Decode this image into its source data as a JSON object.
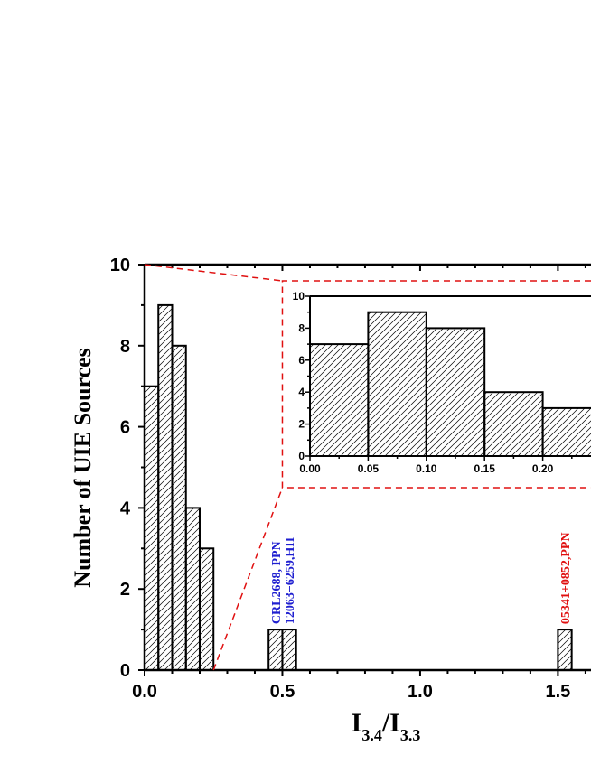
{
  "chart_data": [
    {
      "type": "bar",
      "title": "",
      "xlabel": "I3.4/I3.3",
      "xlabel_parts": {
        "main": "I",
        "sub1": "3.4",
        "slash": "/",
        "main2": "I",
        "sub2": "3.3"
      },
      "ylabel": "Number of UIE Sources",
      "xlim": [
        0.0,
        1.62
      ],
      "ylim": [
        0,
        10
      ],
      "x_ticks": [
        "0.0",
        "0.5",
        "1.0",
        "1.5"
      ],
      "y_ticks": [
        "0",
        "2",
        "4",
        "6",
        "8",
        "10"
      ],
      "bin_width": 0.05,
      "bins": [
        {
          "x0": 0.0,
          "x1": 0.05,
          "value": 7
        },
        {
          "x0": 0.05,
          "x1": 0.1,
          "value": 9
        },
        {
          "x0": 0.1,
          "x1": 0.15,
          "value": 8
        },
        {
          "x0": 0.15,
          "x1": 0.2,
          "value": 4
        },
        {
          "x0": 0.2,
          "x1": 0.25,
          "value": 3
        },
        {
          "x0": 0.45,
          "x1": 0.5,
          "value": 1
        },
        {
          "x0": 0.5,
          "x1": 0.55,
          "value": 1
        },
        {
          "x0": 1.5,
          "x1": 1.55,
          "value": 1
        }
      ],
      "annotations": [
        {
          "text": "CRL2688, PPN",
          "x": 0.475,
          "color": "#1f1fd0"
        },
        {
          "text": "12063−6259,HII",
          "x": 0.525,
          "color": "#1f1fd0"
        },
        {
          "text": "05341+0852,PPN",
          "x": 1.525,
          "color": "#e01010"
        }
      ],
      "zoom_color": "#e01010",
      "hatch_color": "#000000"
    },
    {
      "type": "bar",
      "title": "inset",
      "xlabel": "",
      "ylabel": "",
      "xlim": [
        0.0,
        0.25
      ],
      "ylim": [
        0,
        10
      ],
      "x_ticks": [
        "0.00",
        "0.05",
        "0.10",
        "0.15",
        "0.20"
      ],
      "y_ticks": [
        "0",
        "2",
        "4",
        "6",
        "8",
        "10"
      ],
      "bins": [
        {
          "x0": 0.0,
          "x1": 0.05,
          "value": 7
        },
        {
          "x0": 0.05,
          "x1": 0.1,
          "value": 9
        },
        {
          "x0": 0.1,
          "x1": 0.15,
          "value": 8
        },
        {
          "x0": 0.15,
          "x1": 0.2,
          "value": 4
        },
        {
          "x0": 0.2,
          "x1": 0.25,
          "value": 3
        }
      ]
    }
  ]
}
